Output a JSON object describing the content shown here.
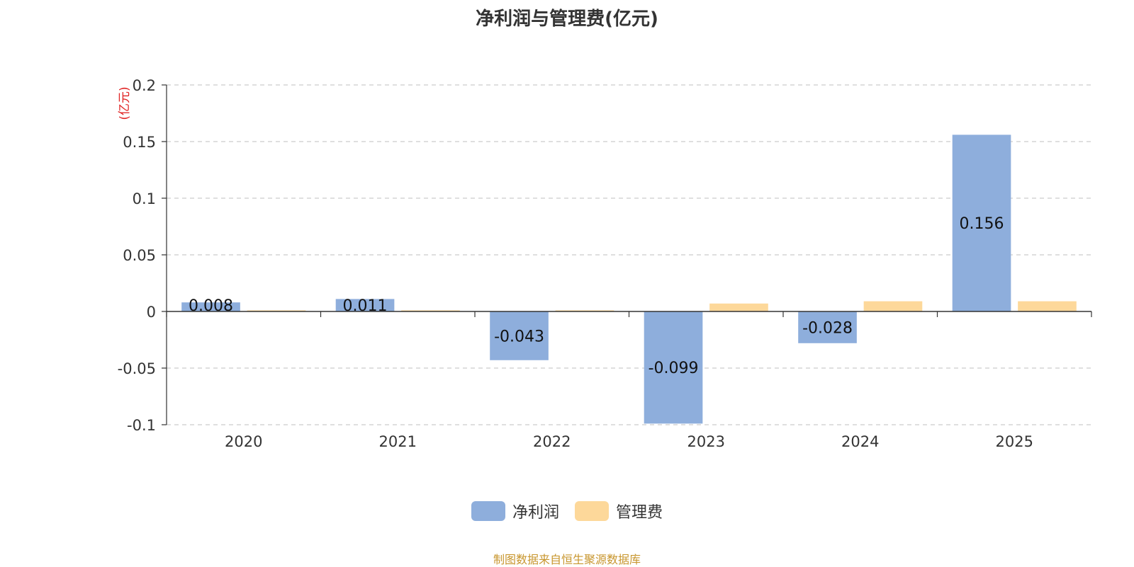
{
  "chart_data": {
    "type": "bar",
    "title": "净利润与管理费(亿元)",
    "ylabel": "(亿元)",
    "xlabel": "",
    "categories": [
      "2020",
      "2021",
      "2022",
      "2023",
      "2024",
      "2025"
    ],
    "ylim": [
      -0.1,
      0.2
    ],
    "yticks": [
      -0.1,
      -0.05,
      0,
      0.05,
      0.1,
      0.15,
      0.2
    ],
    "ytick_labels": [
      "-0.1",
      "-0.05",
      "0",
      "0.05",
      "0.1",
      "0.15",
      "0.2"
    ],
    "grid": true,
    "legend_position": "bottom-center",
    "series": [
      {
        "name": "净利润",
        "color": "#8eaedc",
        "values": [
          0.008,
          0.011,
          -0.043,
          -0.099,
          -0.028,
          0.156
        ],
        "labels": [
          "0.008",
          "0.011",
          "-0.043",
          "-0.099",
          "-0.028",
          "0.156"
        ]
      },
      {
        "name": "管理费",
        "color": "#fdd89a",
        "values": [
          0.001,
          0.001,
          0.001,
          0.007,
          0.009,
          0.009
        ]
      }
    ],
    "source_note": "制图数据来自恒生聚源数据库"
  }
}
